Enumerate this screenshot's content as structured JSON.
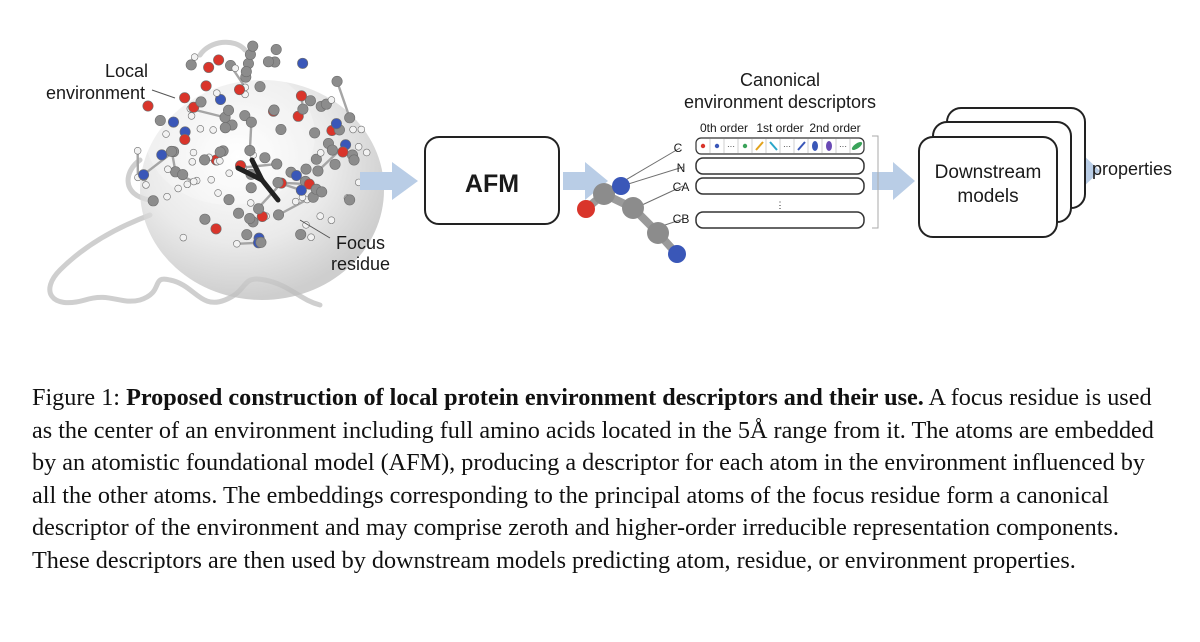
{
  "figure": {
    "local_environment_label": [
      "Local",
      "environment"
    ],
    "focus_residue_label": [
      "Focus",
      "residue"
    ],
    "afm_label": "AFM",
    "canonical_title": [
      "Canonical",
      "environment descriptors"
    ],
    "order_labels": [
      "0th order",
      "1st order",
      "2nd order"
    ],
    "atom_labels": [
      "C",
      "N",
      "CA",
      "CB"
    ],
    "ellipsis": "⋮",
    "downstream_label": [
      "Downstream",
      "models"
    ],
    "properties_label": "properties",
    "colors": {
      "arrow": "#b9cde6",
      "oxygen": "#d9352b",
      "nitrogen": "#3a57b8",
      "carbon": "#8c8c8c",
      "hydrogen": "#f2f2f2",
      "bubble": "#d4d4d4"
    }
  },
  "caption": {
    "prefix": "Figure 1: ",
    "bold": "Proposed construction of local protein environment descriptors and their use.",
    "body": " A focus residue is used as the center of an environment including full amino acids located in the 5Å range from it. The atoms are embedded by an atomistic foundational model (AFM), producing a descriptor for each atom in the environment influenced by all the other atoms. The embeddings corresponding to the principal atoms of the focus residue form a canonical descriptor of the environment and may comprise zeroth and higher-order irreducible representation components. These descriptors are then used by downstream models predicting atom, residue, or environment properties."
  }
}
